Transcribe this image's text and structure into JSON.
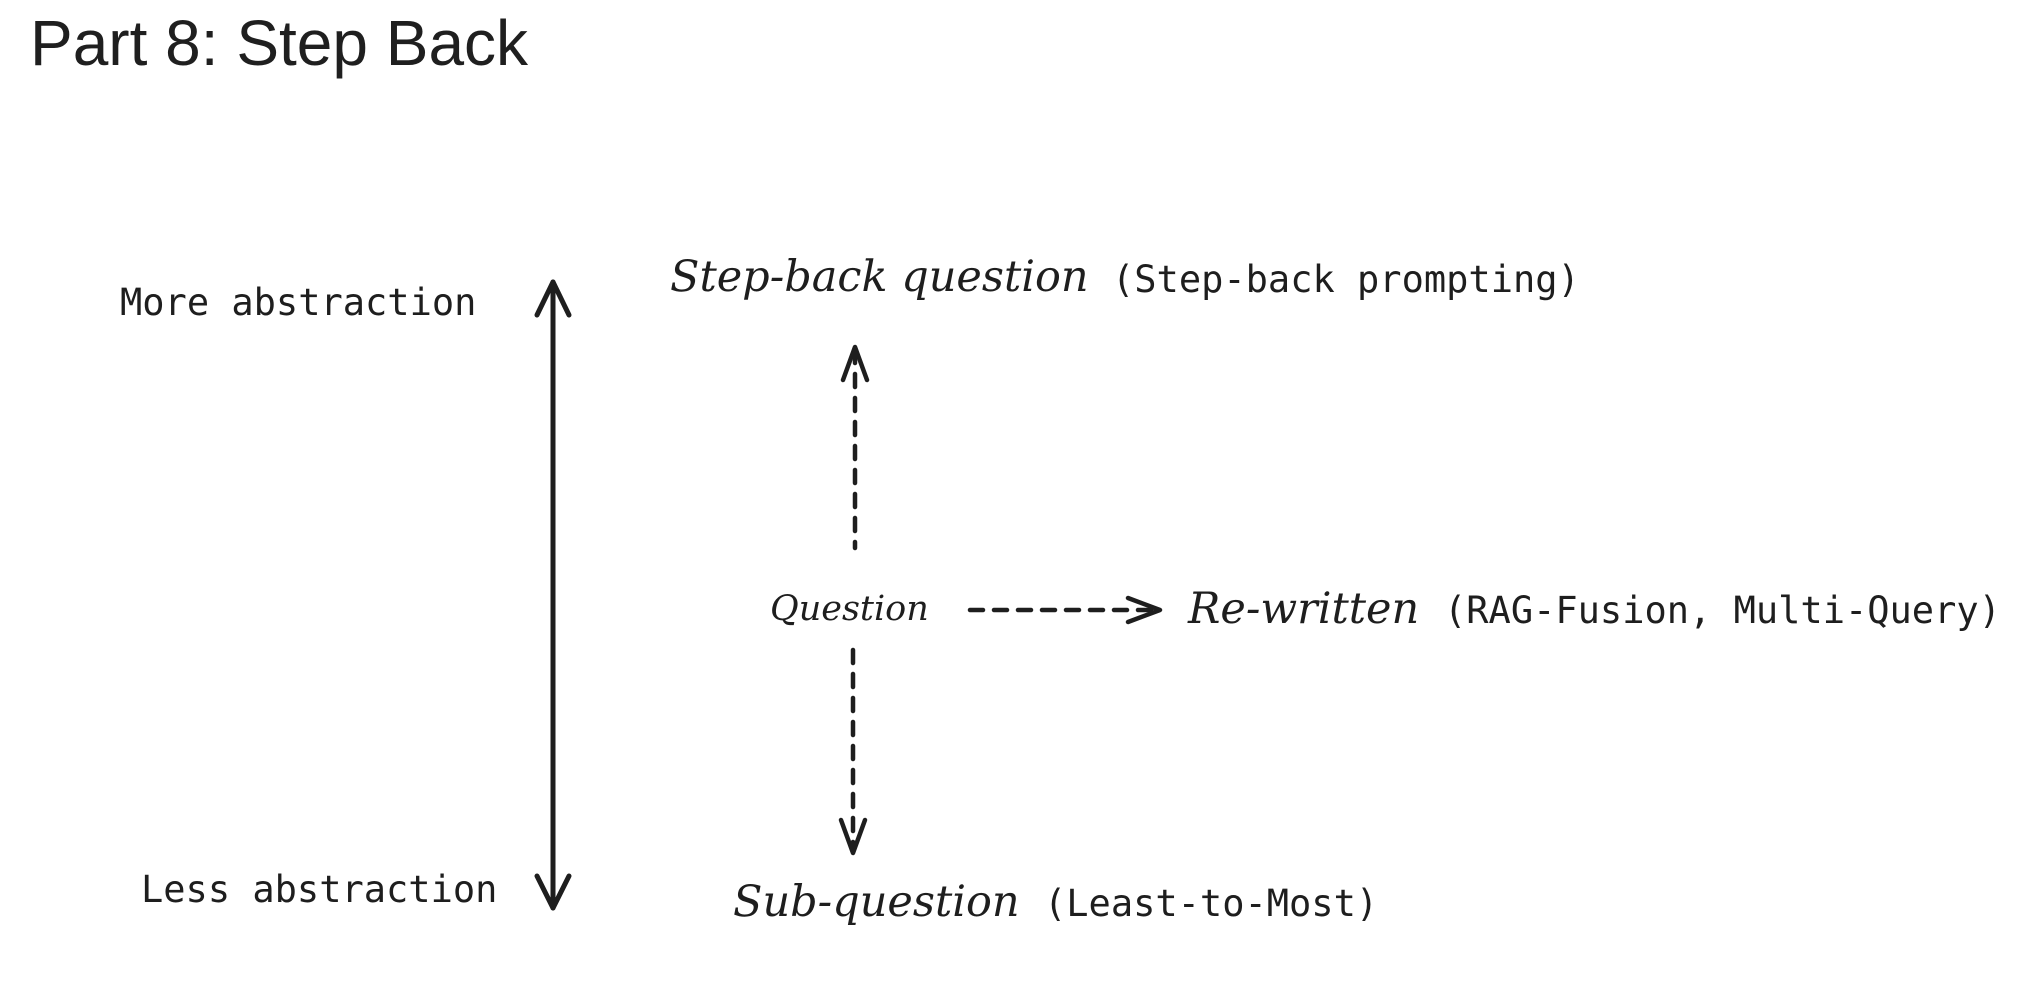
{
  "page": {
    "title": "Part 8: Step Back"
  },
  "diagram": {
    "axis": {
      "top_label": "More abstraction",
      "bottom_label": "Less abstraction"
    },
    "center_node": {
      "label": "Question"
    },
    "step_back": {
      "label": "Step-back question",
      "annotation": "(Step-back prompting)"
    },
    "rewritten": {
      "label": "Re-written",
      "annotation": "(RAG-Fusion, Multi-Query)"
    },
    "sub_question": {
      "label": "Sub-question",
      "annotation": "(Least-to-Most)"
    }
  },
  "colors": {
    "ink": "#1e1e1e",
    "background": "#ffffff"
  }
}
